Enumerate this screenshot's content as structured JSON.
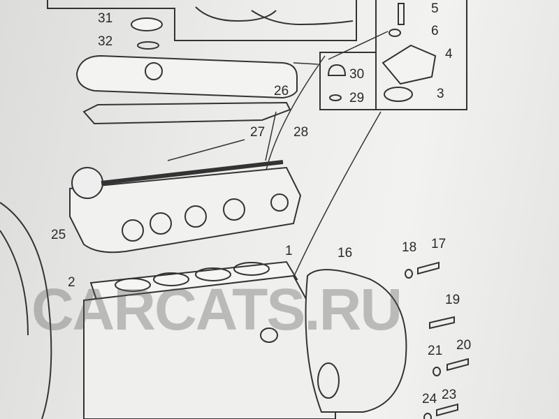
{
  "diagram": {
    "watermark": "CARCATS.RU",
    "part_labels": {
      "p31": "31",
      "p32": "32",
      "p5": "5",
      "p6": "6",
      "p4": "4",
      "p30": "30",
      "p29": "29",
      "p3": "3",
      "p26": "26",
      "p27": "27",
      "p28": "28",
      "p25": "25",
      "p1": "1",
      "p16": "16",
      "p18": "18",
      "p17": "17",
      "p2": "2",
      "p19": "19",
      "p21": "21",
      "p20": "20",
      "p24": "24",
      "p23": "23"
    }
  }
}
